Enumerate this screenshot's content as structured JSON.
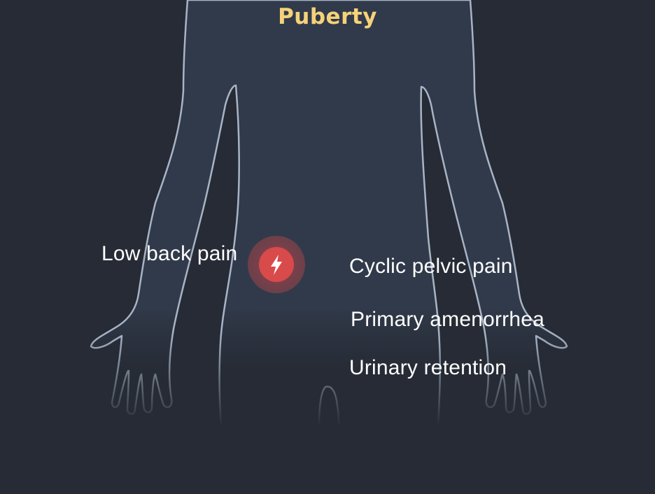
{
  "header": {
    "title": "Puberty"
  },
  "symptoms": {
    "left": "Low back pain",
    "right": [
      "Cyclic pelvic pain",
      "Primary amenorrhea",
      "Urinary retention"
    ]
  },
  "pain_marker": {
    "icon": "lightning-bolt-icon",
    "color": "#d94a4a"
  },
  "colors": {
    "background": "#262b35",
    "figure_fill": "#313a4a",
    "figure_outline": "#a8b4c6",
    "title": "#f5d27a",
    "label": "#ffffff"
  }
}
